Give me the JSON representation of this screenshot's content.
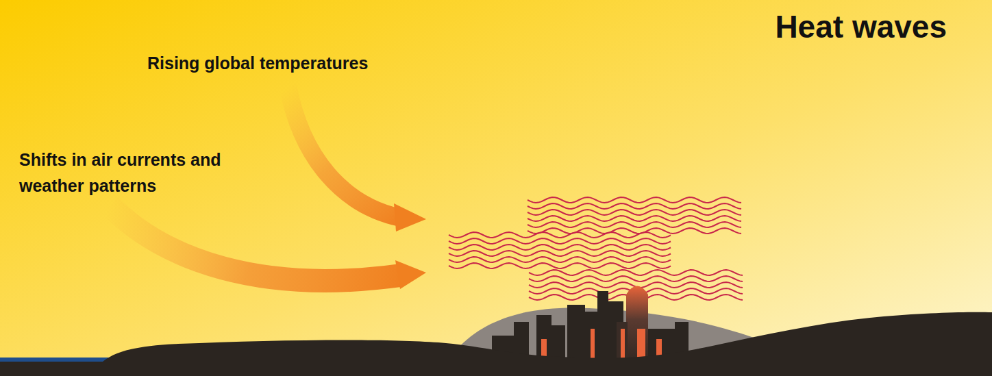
{
  "diagram": {
    "title": "Heat waves",
    "labels": [
      "Rising global temperatures",
      "Shifts in air currents and weather patterns"
    ]
  }
}
